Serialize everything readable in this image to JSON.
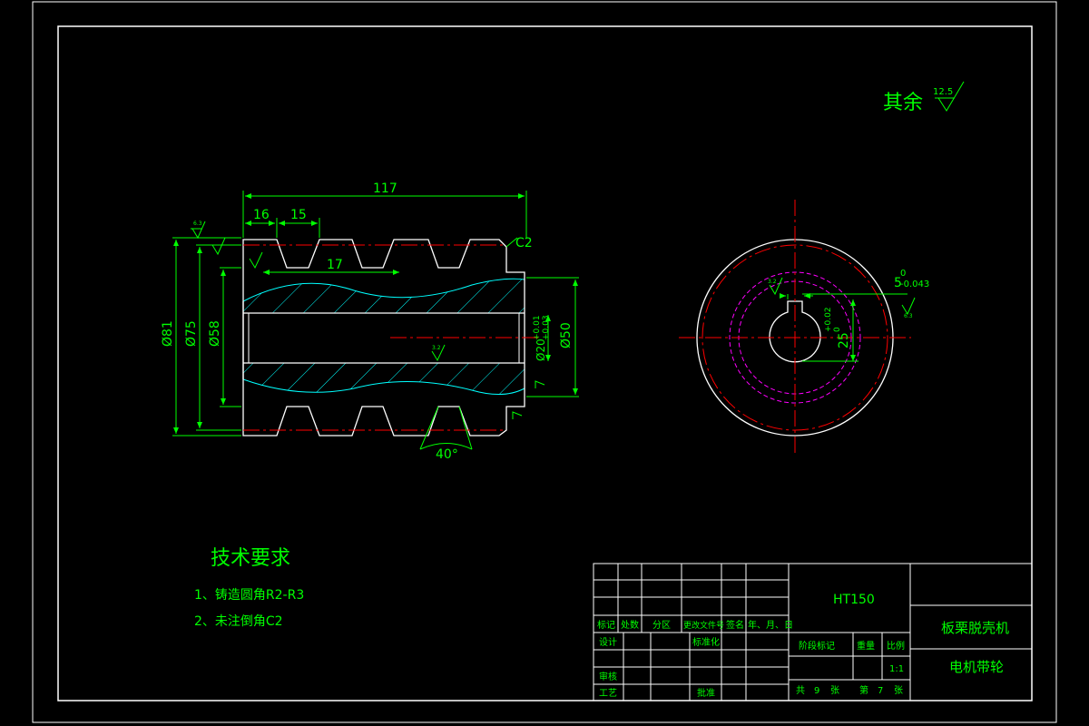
{
  "surface_finish": {
    "label": "其余",
    "value": "12.5"
  },
  "colors": {
    "geometry": "#FFFFFF",
    "dimension": "#00FF00",
    "centerline": "#FF0000",
    "hatch": "#00FFFF",
    "pitch_circle": "#FF00FF",
    "text": "#00FF00"
  },
  "dimensions": {
    "overall_length": "117",
    "d16": "16",
    "d15": "15",
    "d17": "17",
    "dia81": "Ø81",
    "dia75": "Ø75",
    "dia58": "Ø58",
    "dia50": "Ø50",
    "bore": "Ø20",
    "bore_tol_upper": "+0.01",
    "bore_tol_lower": "+0.03",
    "chamfer": "C2",
    "groove_angle": "40°",
    "rough_a": "6.3",
    "rough_b": "3.2",
    "keyway_width": "5",
    "keyway_tol_upper": "0",
    "keyway_tol_lower": "-0.043",
    "keyway_depth": "25",
    "keyway_depth_tol_upper": "+0.02",
    "keyway_depth_tol_lower": "0",
    "rough_c": "3.2",
    "rough_d": "6.3"
  },
  "tech": {
    "title": "技术要求",
    "items": [
      "1、铸造圆角R2-R3",
      "2、未注倒角C2"
    ]
  },
  "title_block": {
    "material": "HT150",
    "project": "板栗脱壳机",
    "part_name": "电机带轮",
    "header_cells": [
      "标记",
      "处数",
      "分区",
      "更改文件号",
      "签名",
      "年、月、日"
    ],
    "design": "设计",
    "standardize": "标准化",
    "review": "审核",
    "process": "工艺",
    "approve": "批准",
    "stage_mark": "阶段标记",
    "weight": "重量",
    "scale_label": "比例",
    "scale": "1:1",
    "total_label": "共",
    "total_sheets": "9",
    "sheet_unit": "张",
    "current_label": "第",
    "current_sheet": "7",
    "sheet_unit2": "张"
  }
}
